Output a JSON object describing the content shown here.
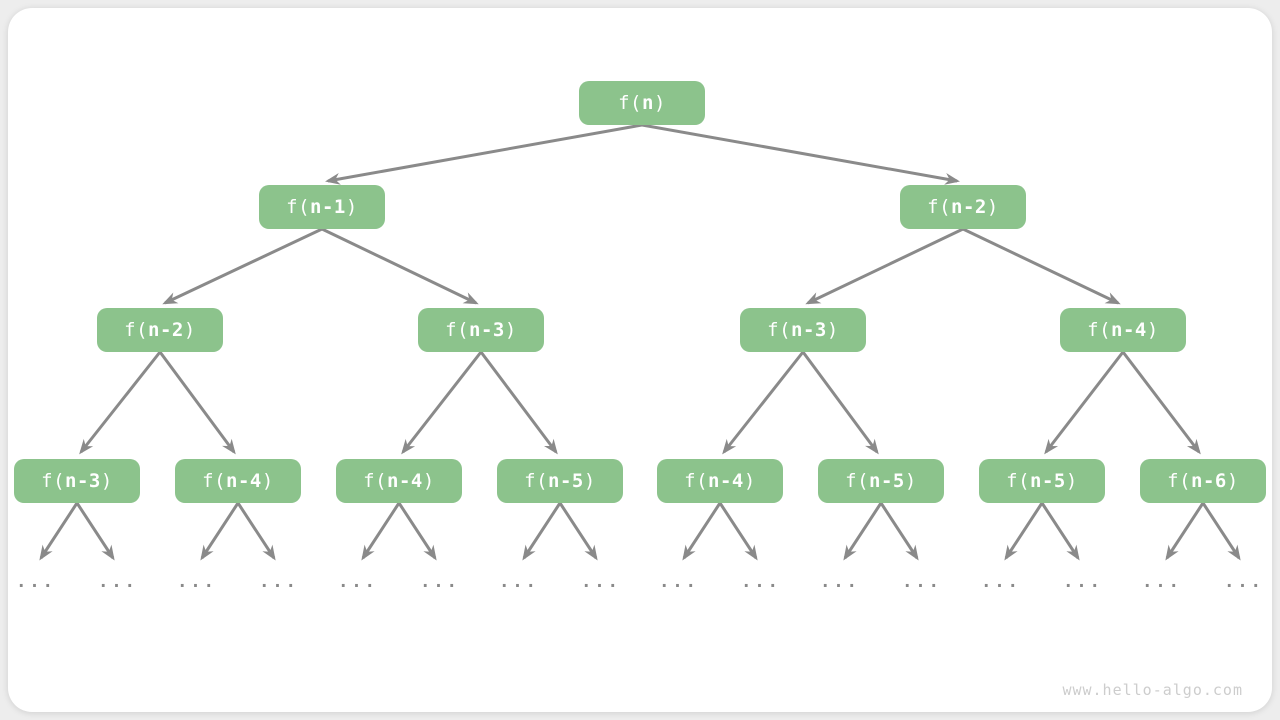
{
  "page": {
    "watermark": "www.hello-algo.com"
  },
  "colors": {
    "page-bg": "#EDEDED",
    "card-bg": "#FFFFFF",
    "node-green": "#8CC38C",
    "arrow-gray": "#8A8A8A",
    "leaf-gray": "#8A8A8A",
    "watermark-gray": "#CDCDCD",
    "node-text": "#FFFFFF"
  },
  "tree": {
    "description": "recursion-tree",
    "ellipsis": "...",
    "nodes": [
      {
        "level": 1,
        "prefix": "f(",
        "arg": "n",
        "suffix": ")"
      },
      {
        "level": 2,
        "prefix": "f(",
        "arg": "n-1",
        "suffix": ")"
      },
      {
        "level": 2,
        "prefix": "f(",
        "arg": "n-2",
        "suffix": ")"
      },
      {
        "level": 3,
        "prefix": "f(",
        "arg": "n-2",
        "suffix": ")"
      },
      {
        "level": 3,
        "prefix": "f(",
        "arg": "n-3",
        "suffix": ")"
      },
      {
        "level": 3,
        "prefix": "f(",
        "arg": "n-3",
        "suffix": ")"
      },
      {
        "level": 3,
        "prefix": "f(",
        "arg": "n-4",
        "suffix": ")"
      },
      {
        "level": 4,
        "prefix": "f(",
        "arg": "n-3",
        "suffix": ")"
      },
      {
        "level": 4,
        "prefix": "f(",
        "arg": "n-4",
        "suffix": ")"
      },
      {
        "level": 4,
        "prefix": "f(",
        "arg": "n-4",
        "suffix": ")"
      },
      {
        "level": 4,
        "prefix": "f(",
        "arg": "n-5",
        "suffix": ")"
      },
      {
        "level": 4,
        "prefix": "f(",
        "arg": "n-4",
        "suffix": ")"
      },
      {
        "level": 4,
        "prefix": "f(",
        "arg": "n-5",
        "suffix": ")"
      },
      {
        "level": 4,
        "prefix": "f(",
        "arg": "n-5",
        "suffix": ")"
      },
      {
        "level": 4,
        "prefix": "f(",
        "arg": "n-6",
        "suffix": ")"
      }
    ]
  }
}
